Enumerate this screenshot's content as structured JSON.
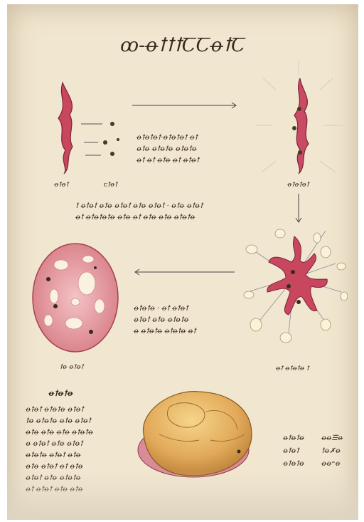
{
  "manuscript": {
    "title_glyphs": "ꝏ-ꝋꝉꝉꝉꞆꞆꝋꝉꞆ",
    "top_left_label": "ꝋꝉꝋꝉ",
    "top_mid_label": "ꞇꝉꝋꝉ",
    "top_right_label": "ꝋꝉꝋꝉꝋꝉ",
    "top_caption": [
      "ꝋꝉꝋꝉꝋꝉ·ꝋꝉꝋꝉꝋꝉ ꝋꝉ",
      "ꝋꝉꝋ ꝋꝉꝋꝉꝋ ꝋꝉꝋꝉꝋ",
      "ꝋꝉ ꝋꝉ ꝋꝉꝋ ꝋꝉ ꝋꝉꝋꝉ"
    ],
    "middle_caption": [
      "ꝉ ꝋꝉꝋꝉ ꝋꝉꝋ ꝋꝉꝋꝉ ꝋꝉꝋ ꝋꝉꝋꝉ · ꝋꝉꝋ ꝋꝉꝋꝉ",
      "ꝋꝉ ꝋꝉꝋꝉꝋꝉꝋ ꝋꝉꝋ ꝋꝉ ꝋꝉꝋ ꝋꝉꝋ ꝋꝉꝋꝉꝋ"
    ],
    "center_caption": [
      "ꝋꝉꝋꝉꝋ · ꝋꝉ ꝋꝉꝋꝉ",
      "ꝋꝉꝋꝉ ꝋꝉꝋ ꝋꝉꝋꝉꝋ",
      "ꝋ ꝋꝉꝋꝉꝋ ꝋꝉꝋꝉꝋ ꝋꝉ"
    ],
    "left_cell_label": "ꝉꝋ ꝋꝉꝋꝉ",
    "right_cell_label": "ꝋꝉ ꝋꝉꝋꝉꝋ ꝉ",
    "section_heading": "ꝋꝉꝋꝉꝋ",
    "paragraph": [
      "ꝋꝉꝋꝉ ꝋꝉꝋꝉꝋ ꝋꝉꝋꝉ",
      "ꝉꝋ ꝋꝉꝋꝉꝋ ꝋꝉꝋ ꝋꝉꝋꝉ",
      "ꝋꝉꝋ ꝋꝉꝋ ꝋꝉꝋ ꝋꝉꝋꝉꝋ",
      "ꝋ ꝋꝉꝋꝉ ꝋꝉꝋ ꝋꝉꝋꝉ",
      "ꝋꝉꝋꝉꝋ ꝋꝉꝋꝉ ꝋꝉꝋ",
      "ꝋꝉꝋ ꝋꝉꝋꝉ ꝋꝉ ꝋꝉꝋ",
      "ꝋꝉꝋꝉ ꝋꝉꝋ ꝋꝉꝋꝉꝋ",
      "ꝋꝉ ꝋꝉꝋꝉ ꝋꝉꝋ ꝋꝉꝋ"
    ],
    "legend": [
      {
        "word": "ꝋꝉꝋꝉꝋ",
        "code": "ꝋꝋ☰ꝋ"
      },
      {
        "word": "ꝋꝉꝋꝉ",
        "code": "ꝉꝋ✗ꝋ"
      },
      {
        "word": "ꝋꝉꝋꝉꝋ",
        "code": "ꝋꝋ⁼ꝋ"
      }
    ]
  }
}
